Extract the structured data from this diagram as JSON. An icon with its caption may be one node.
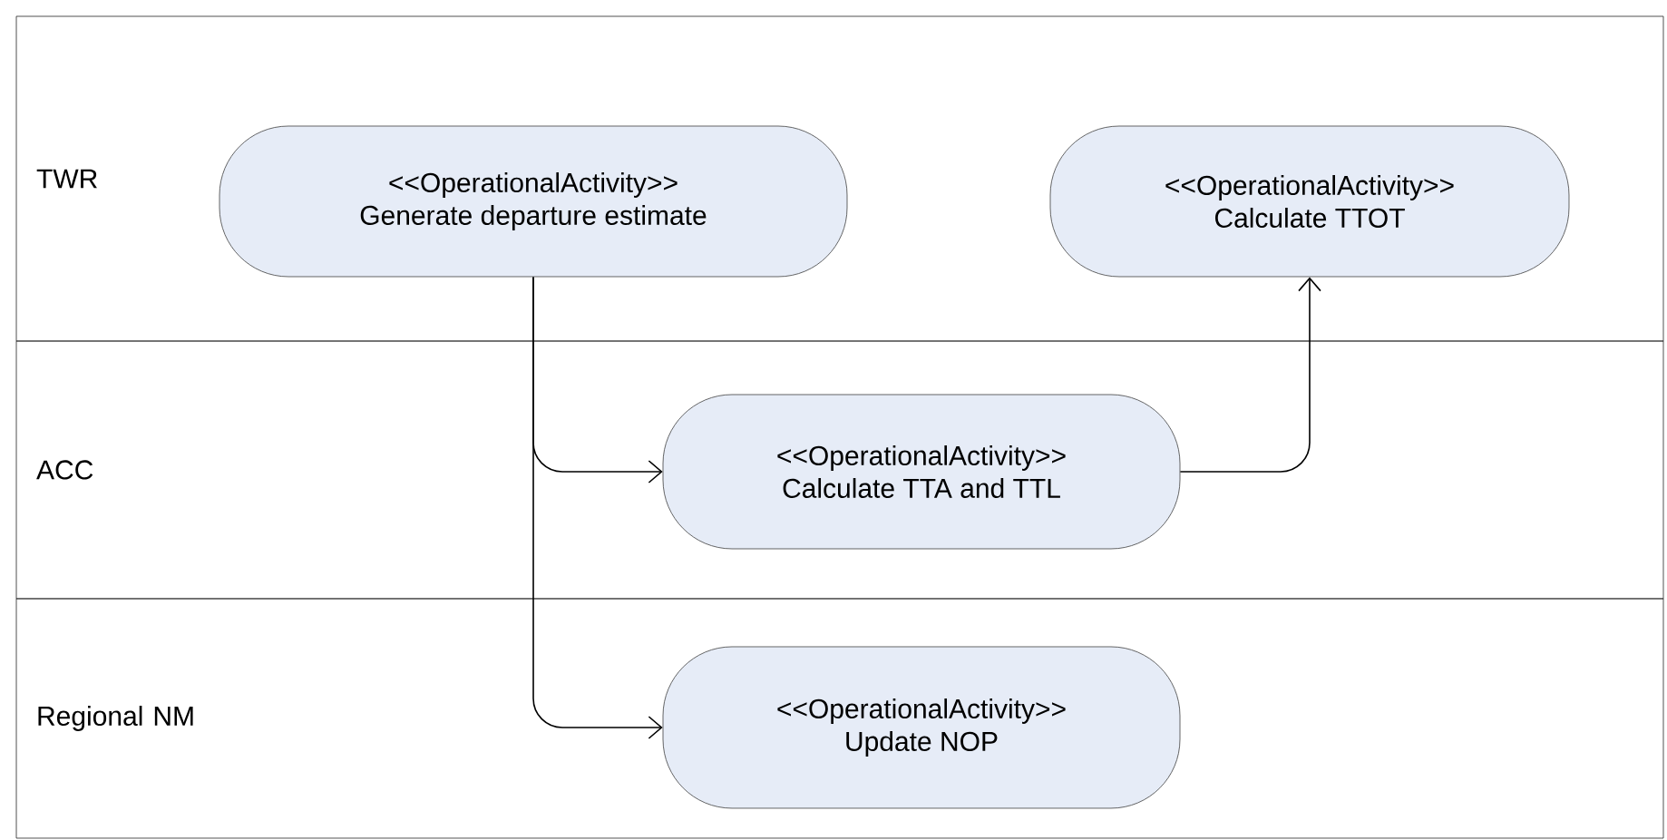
{
  "diagram": {
    "nodes": [
      {
        "text": [
          "TWR"
        ]
      },
      {
        "text": [
          "<<OperationalActivity>>",
          "Generate departure estimate"
        ],
        "in": 0
      },
      {
        "text": [
          "<<OperationalActivity>>",
          "Calculate TTOT"
        ],
        "in": 0
      },
      {
        "text": [
          "ACC"
        ]
      },
      {
        "text": [
          "<<OperationalActivity>>",
          "Calculate TTA and TTL"
        ],
        "in": 3
      },
      {
        "text": [
          "Regional NM"
        ]
      },
      {
        "text": [
          "<<OperationalActivity>>",
          "Update NOP"
        ],
        "in": 5
      }
    ],
    "edges": [
      {
        "from": 1,
        "to": 4,
        "arrow": "to"
      },
      {
        "from": 1,
        "to": 6,
        "arrow": "to"
      },
      {
        "from": 4,
        "to": 2,
        "arrow": "to"
      }
    ]
  }
}
